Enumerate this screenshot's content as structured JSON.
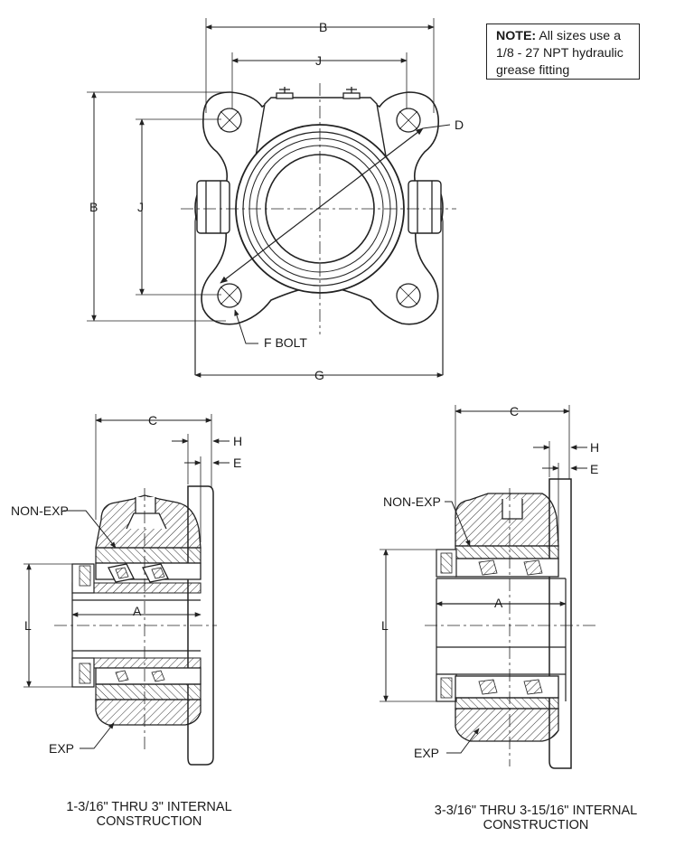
{
  "note": {
    "title": "NOTE:",
    "text": "All sizes use a 1/8 - 27 NPT hydraulic grease fitting"
  },
  "top_view": {
    "dim_B_top": "B",
    "dim_J_top": "J",
    "dim_B_left": "B",
    "dim_J_left": "J",
    "dim_D": "D",
    "dim_G": "G",
    "f_bolt": "F BOLT"
  },
  "left_section": {
    "dim_C": "C",
    "dim_H": "H",
    "dim_E": "E",
    "dim_A": "A",
    "dim_L": "L",
    "non_exp": "NON-EXP",
    "exp": "EXP",
    "caption_line1": "1-3/16\" THRU 3\" INTERNAL",
    "caption_line2": "CONSTRUCTION"
  },
  "right_section": {
    "dim_C": "C",
    "dim_H": "H",
    "dim_E": "E",
    "dim_A": "A",
    "dim_L": "L",
    "non_exp": "NON-EXP",
    "exp": "EXP",
    "caption_line1": "3-3/16\" THRU 3-15/16\" INTERNAL",
    "caption_line2": "CONSTRUCTION"
  }
}
